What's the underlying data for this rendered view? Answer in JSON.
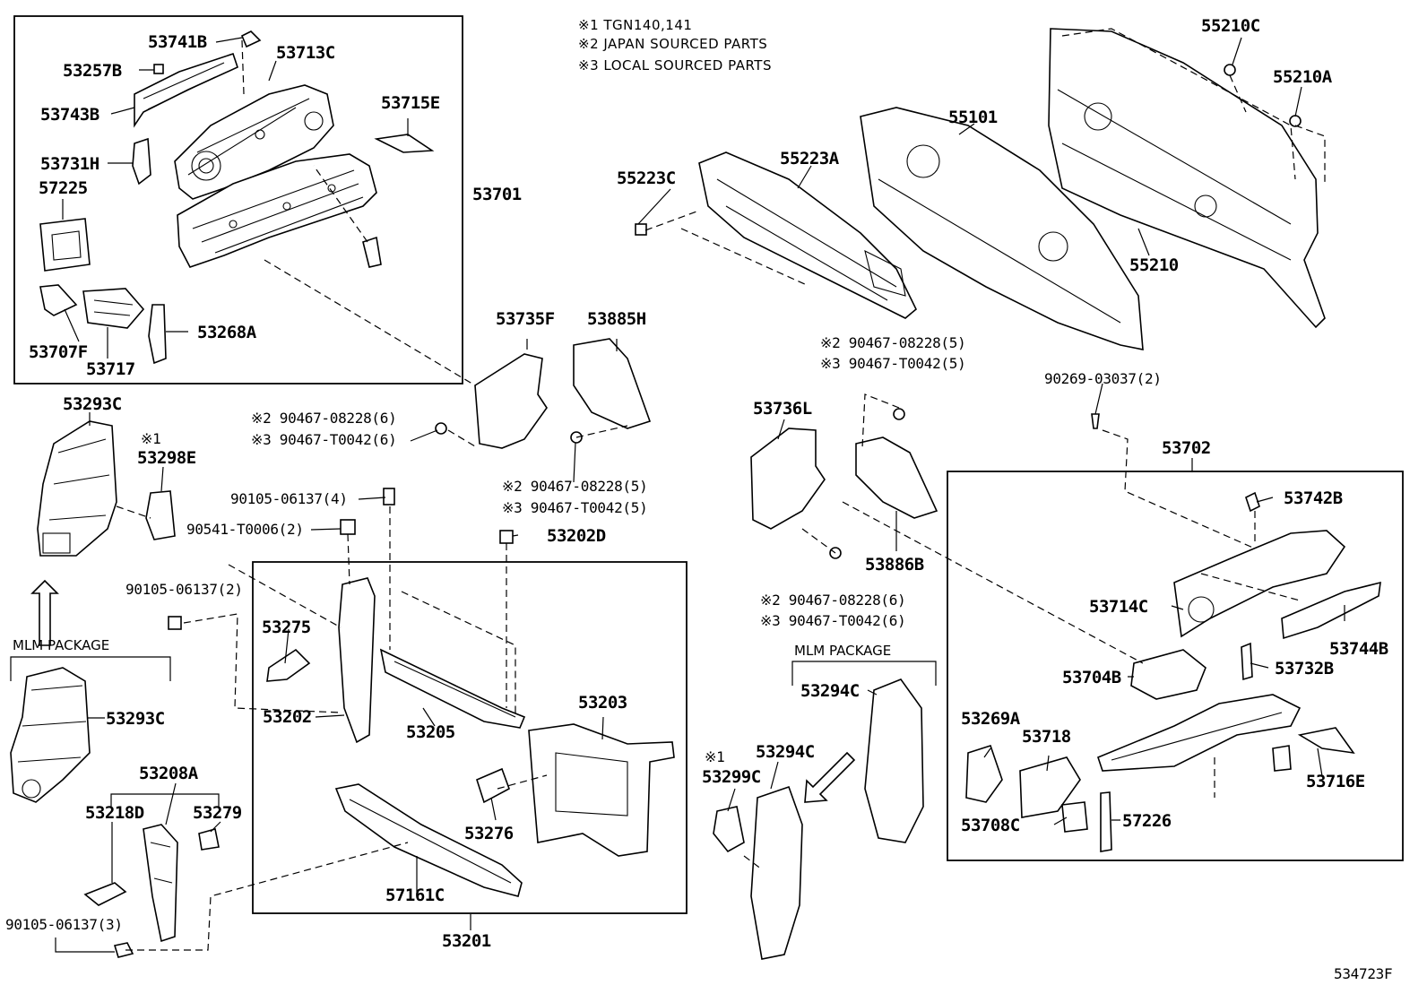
{
  "notes": {
    "n1": "※1 TGN140,141",
    "n2": "※2 JAPAN SOURCED PARTS",
    "n3": "※3 LOCAL SOURCED PARTS"
  },
  "packages": {
    "left": "MLM PACKAGE",
    "center": "MLM PACKAGE"
  },
  "labels": {
    "p53741B": "53741B",
    "p53713C": "53713C",
    "p53257B": "53257B",
    "p53743B": "53743B",
    "p53715E": "53715E",
    "p53731H": "53731H",
    "p57225": "57225",
    "p53701": "53701",
    "p53707F": "53707F",
    "p53268A": "53268A",
    "p53717": "53717",
    "p53293C_a": "53293C",
    "p53298E_note": "※1",
    "p53298E": "53298E",
    "p53293C_b": "53293C",
    "p53208A": "53208A",
    "p53218D": "53218D",
    "p53279": "53279",
    "p90105_3": "90105-06137(3)",
    "p53735F": "53735F",
    "p53885H": "53885H",
    "p90467_6a_2": "※2 90467-08228(6)",
    "p90467_6a_3": "※3 90467-T0042(6)",
    "p90105_4": "90105-06137(4)",
    "p90541": "90541-T0006(2)",
    "p90467_5a_2": "※2 90467-08228(5)",
    "p90467_5a_3": "※3 90467-T0042(5)",
    "p53202D": "53202D",
    "p90105_2": "90105-06137(2)",
    "p53275": "53275",
    "p53202": "53202",
    "p53205": "53205",
    "p53203": "53203",
    "p53276": "53276",
    "p57161C": "57161C",
    "p53201": "53201",
    "p55223C": "55223C",
    "p55223A": "55223A",
    "p55101": "55101",
    "p55210C": "55210C",
    "p55210A": "55210A",
    "p55210": "55210",
    "p90467_5b_2": "※2 90467-08228(5)",
    "p90467_5b_3": "※3 90467-T0042(5)",
    "p90269": "90269-03037(2)",
    "p53736L": "53736L",
    "p53886B": "53886B",
    "p90467_6b_2": "※2 90467-08228(6)",
    "p90467_6b_3": "※3 90467-T0042(6)",
    "p53294C_a": "53294C",
    "p53299C_note": "※1",
    "p53299C": "53299C",
    "p53294C_b": "53294C",
    "p53702": "53702",
    "p53742B": "53742B",
    "p53714C": "53714C",
    "p53744B": "53744B",
    "p53704B": "53704B",
    "p53732B": "53732B",
    "p53269A": "53269A",
    "p53718": "53718",
    "p53716E": "53716E",
    "p53708C": "53708C",
    "p57226": "57226"
  },
  "footer": {
    "code": "534723F"
  }
}
